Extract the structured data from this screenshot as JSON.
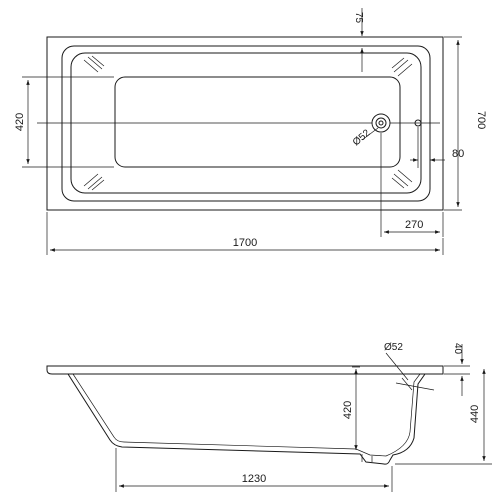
{
  "top_view": {
    "length": "1700",
    "width": "700",
    "inner_width": "420",
    "rim_top": "75",
    "drain_offset": "80",
    "drain_dist": "270",
    "drain_diameter": "Ø52"
  },
  "side_view": {
    "rim_thickness": "40",
    "total_height": "440",
    "depth": "420",
    "bottom_length": "1230",
    "overflow_diameter": "Ø52"
  }
}
